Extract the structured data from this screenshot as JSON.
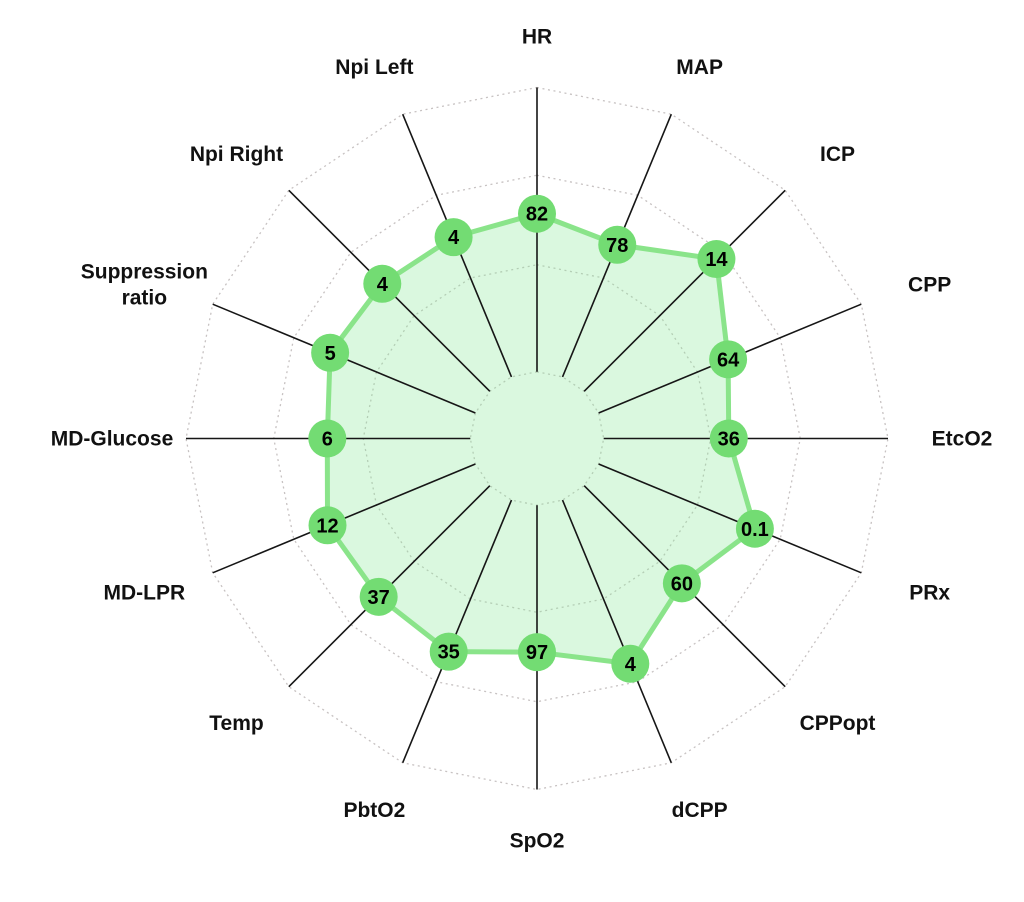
{
  "chart_data": {
    "type": "radar",
    "title": "",
    "axes_count": 16,
    "direction": "clockwise",
    "start_axis_position": "top",
    "points": [
      {
        "label": "HR",
        "label_lines": [
          "HR"
        ],
        "value": "82",
        "radius_fraction": 0.556
      },
      {
        "label": "MAP",
        "label_lines": [
          "MAP"
        ],
        "value": "78",
        "radius_fraction": 0.503
      },
      {
        "label": "ICP",
        "label_lines": [
          "ICP"
        ],
        "value": "14",
        "radius_fraction": 0.658
      },
      {
        "label": "CPP",
        "label_lines": [
          "CPP"
        ],
        "value": "64",
        "radius_fraction": 0.493
      },
      {
        "label": "EtcO2",
        "label_lines": [
          "EtcO2"
        ],
        "value": "36",
        "radius_fraction": 0.44
      },
      {
        "label": "PRx",
        "label_lines": [
          "PRx"
        ],
        "value": "0.1",
        "radius_fraction": 0.595
      },
      {
        "label": "CPPopt",
        "label_lines": [
          "CPPopt"
        ],
        "value": "60",
        "radius_fraction": 0.486
      },
      {
        "label": "dCPP",
        "label_lines": [
          "dCPP"
        ],
        "value": "4",
        "radius_fraction": 0.623
      },
      {
        "label": "SpO2",
        "label_lines": [
          "SpO2"
        ],
        "value": "97",
        "radius_fraction": 0.517
      },
      {
        "label": "PbtO2",
        "label_lines": [
          "PbtO2"
        ],
        "value": "35",
        "radius_fraction": 0.577
      },
      {
        "label": "Temp",
        "label_lines": [
          "Temp"
        ],
        "value": "37",
        "radius_fraction": 0.553
      },
      {
        "label": "MD-LPR",
        "label_lines": [
          "MD-LPR"
        ],
        "value": "12",
        "radius_fraction": 0.563
      },
      {
        "label": "MD-Glucose",
        "label_lines": [
          "MD-Glucose"
        ],
        "value": "6",
        "radius_fraction": 0.503
      },
      {
        "label": "Suppression ratio",
        "label_lines": [
          "Suppression",
          "ratio"
        ],
        "value": "5",
        "radius_fraction": 0.553
      },
      {
        "label": "Npi Right",
        "label_lines": [
          "Npi Right"
        ],
        "value": "4",
        "radius_fraction": 0.535
      },
      {
        "label": "Npi Left",
        "label_lines": [
          "Npi Left"
        ],
        "value": "4",
        "radius_fraction": 0.532
      }
    ],
    "grid": {
      "shape": "polygon",
      "style": "dotted",
      "ring_fractions": [
        0.19,
        0.495,
        0.75,
        1.0
      ],
      "hole_fraction": 0.19,
      "radial_tick_labels": "none"
    },
    "legend": "none",
    "colors": {
      "background": "#ffffff",
      "grid": "#c7c2c2",
      "spoke": "#161616",
      "line": "#8ae48a",
      "marker": "#73dc73",
      "fill": "rgba(140,232,154,0.32)",
      "label_text": "#111111",
      "value_text": "#000000"
    }
  }
}
